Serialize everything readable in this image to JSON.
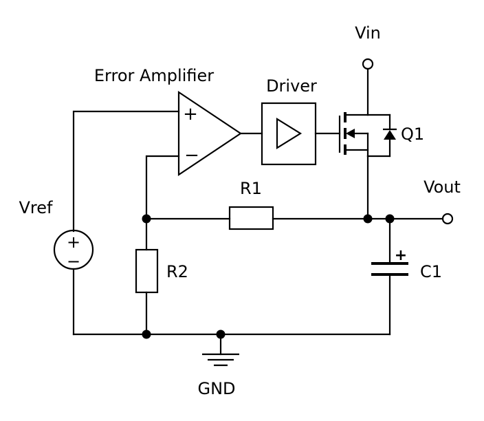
{
  "labels": {
    "vin": "Vin",
    "error_amplifier": "Error Amplifier",
    "driver": "Driver",
    "q1": "Q1",
    "vout": "Vout",
    "r1": "R1",
    "vref": "Vref",
    "r2": "R2",
    "c1": "C1",
    "gnd": "GND"
  },
  "symbols": {
    "plus": "+",
    "minus": "−"
  }
}
